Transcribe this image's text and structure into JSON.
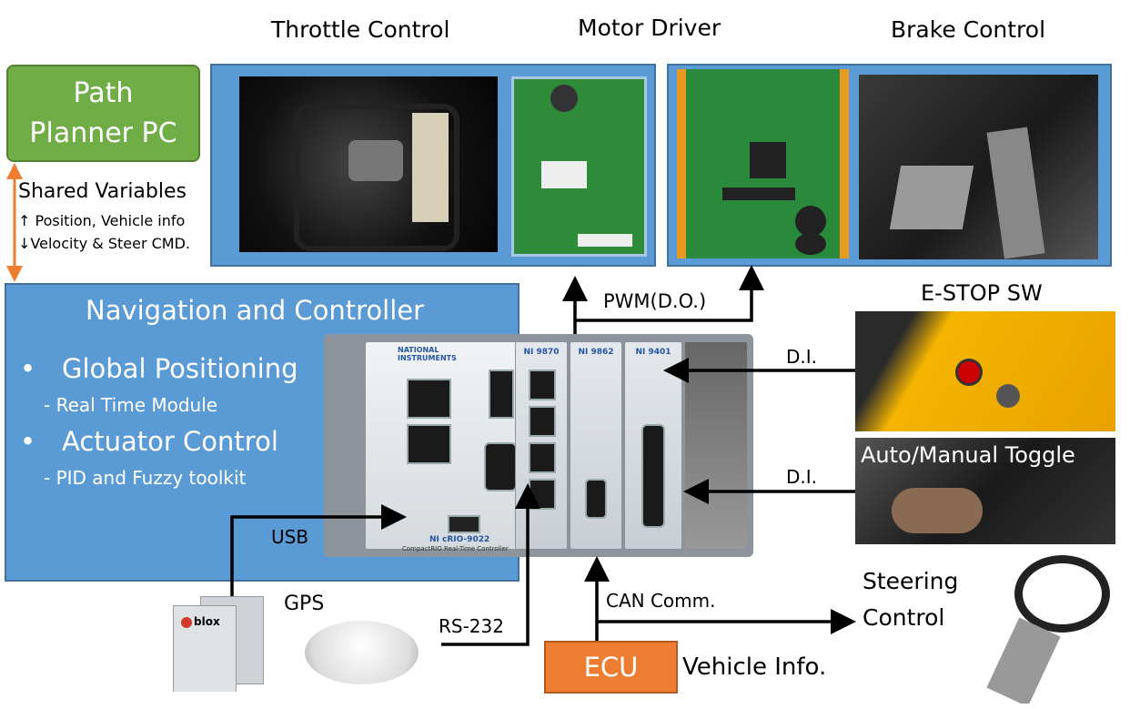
{
  "titles": {
    "throttle": "Throttle Control",
    "motor": "Motor Driver",
    "brake": "Brake Control"
  },
  "path_planner": {
    "line1": "Path",
    "line2": "Planner PC",
    "color": "#70ad47"
  },
  "shared": {
    "title": "Shared Variables",
    "up": "↑ Position, Vehicle info",
    "down": "↓Velocity & Steer CMD."
  },
  "nav": {
    "title": "Navigation and Controller",
    "items": [
      {
        "bullet": "•",
        "label": "Global Positioning",
        "sub": "- Real Time Module"
      },
      {
        "bullet": "•",
        "label": "Actuator Control",
        "sub": "- PID and Fuzzy toolkit"
      }
    ],
    "color": "#5b9bd5"
  },
  "crio": {
    "brand": "NATIONAL INSTRUMENTS",
    "model": "NI cRIO-9022",
    "model_sub": "CompactRIO Real-Time Controller",
    "modules": [
      "NI 9870",
      "NI 9862",
      "NI 9401"
    ]
  },
  "signals": {
    "pwm": "PWM(D.O.)",
    "di1": "D.I.",
    "di2": "D.I.",
    "usb": "USB",
    "rs232": "RS-232",
    "can": "CAN Comm."
  },
  "estop": {
    "label": "E-STOP SW"
  },
  "toggle": {
    "label": "Auto/Manual Toggle"
  },
  "gps": {
    "label": "GPS",
    "module_brand": "blox"
  },
  "ecu": {
    "label": "ECU",
    "info": "Vehicle Info.",
    "color": "#ed7d31"
  },
  "steering": {
    "line1": "Steering",
    "line2": "Control"
  }
}
